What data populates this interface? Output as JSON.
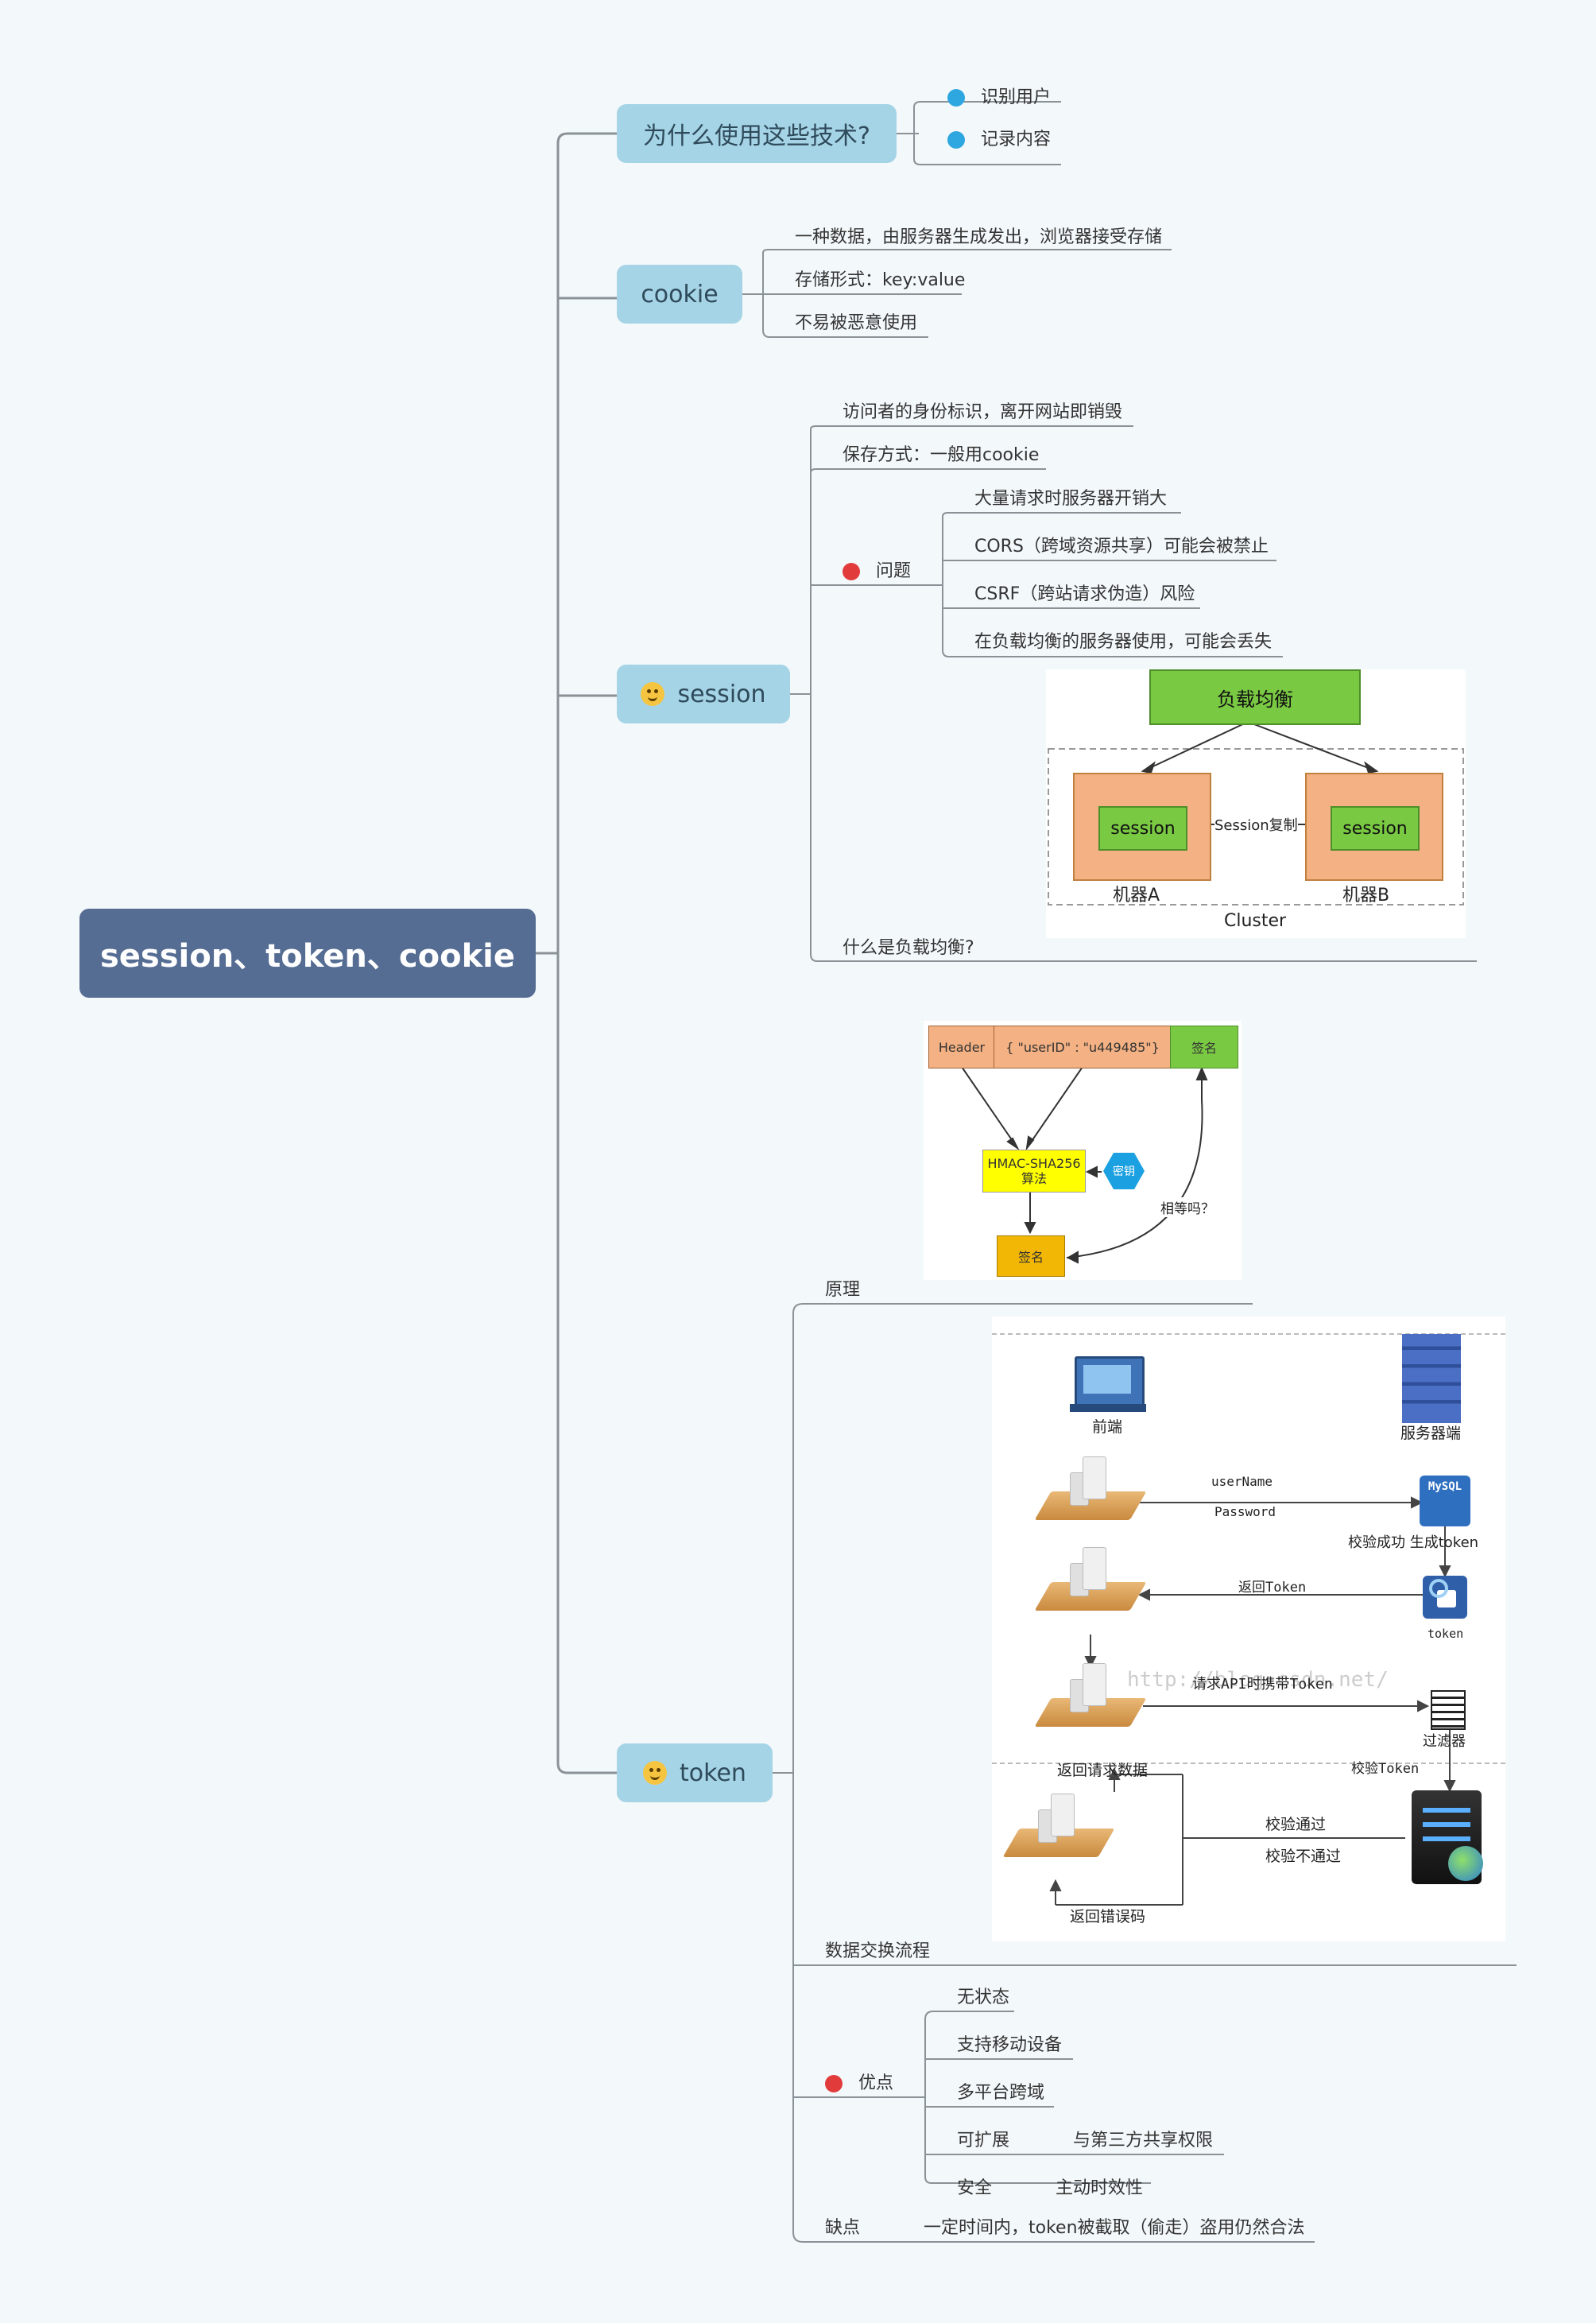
{
  "root": "session、token、cookie",
  "topics": {
    "why": {
      "label": "为什么使用这些技术?",
      "items": [
        "识别用户",
        "记录内容"
      ]
    },
    "cookie": {
      "label": "cookie",
      "items": [
        "一种数据，由服务器生成发出，浏览器接受存储",
        "存储形式：key:value",
        "不易被恶意使用"
      ]
    },
    "session": {
      "label": "session",
      "items": [
        "访问者的身份标识，离开网站即销毁",
        "保存方式：一般用cookie"
      ],
      "problem": {
        "label": "问题",
        "items": [
          "大量请求时服务器开销大",
          "CORS（跨域资源共享）可能会被禁止",
          "CSRF（跨站请求伪造）风险",
          "在负载均衡的服务器使用，可能会丢失"
        ]
      },
      "lb_label": "什么是负载均衡?",
      "lb_diagram": {
        "balancer": "负载均衡",
        "session_a": "session",
        "session_b": "session",
        "replication": "Session复制",
        "machine_a": "机器A",
        "machine_b": "机器B",
        "cluster": "Cluster"
      }
    },
    "token": {
      "label": "token",
      "principle_label": "原理",
      "principle_diagram": {
        "header": "Header",
        "payload": "{ \"userID\" : \"u449485\"}",
        "sign": "签名",
        "algo": "HMAC-SHA256算法",
        "key": "密钥",
        "sign_out": "签名",
        "equal": "相等吗？"
      },
      "flow_label": "数据交换流程",
      "flow_diagram": {
        "frontend": "前端",
        "server": "服务器端",
        "username": "userName",
        "password": "Password",
        "mysql": "MySQL",
        "verify_ok": "校验成功 生成token",
        "return_token": "返回Token",
        "token": "token",
        "request": "请求API时携带Token",
        "watermark": "http://blog.csdn.net/",
        "filter": "过滤器",
        "return_data": "返回请求数据",
        "verify_token": "校验Token",
        "pass": "校验通过",
        "fail": "校验不通过",
        "error": "返回错误码"
      },
      "pros": {
        "label": "优点",
        "items": [
          "无状态",
          "支持移动设备",
          "多平台跨域",
          "可扩展",
          "安全"
        ],
        "sub": [
          "与第三方共享权限",
          "主动时效性"
        ]
      },
      "cons": {
        "label": "缺点",
        "item": "一定时间内，token被截取（偷走）盗用仍然合法"
      }
    }
  },
  "colors": {
    "root": "#556c93",
    "topic": "#a4d4e6",
    "line": "#8a9298",
    "balancer": "#7ac943",
    "machine": "#f4b183",
    "algo": "#ffff00",
    "sign": "#f2b705",
    "key": "#1ba1e2"
  }
}
